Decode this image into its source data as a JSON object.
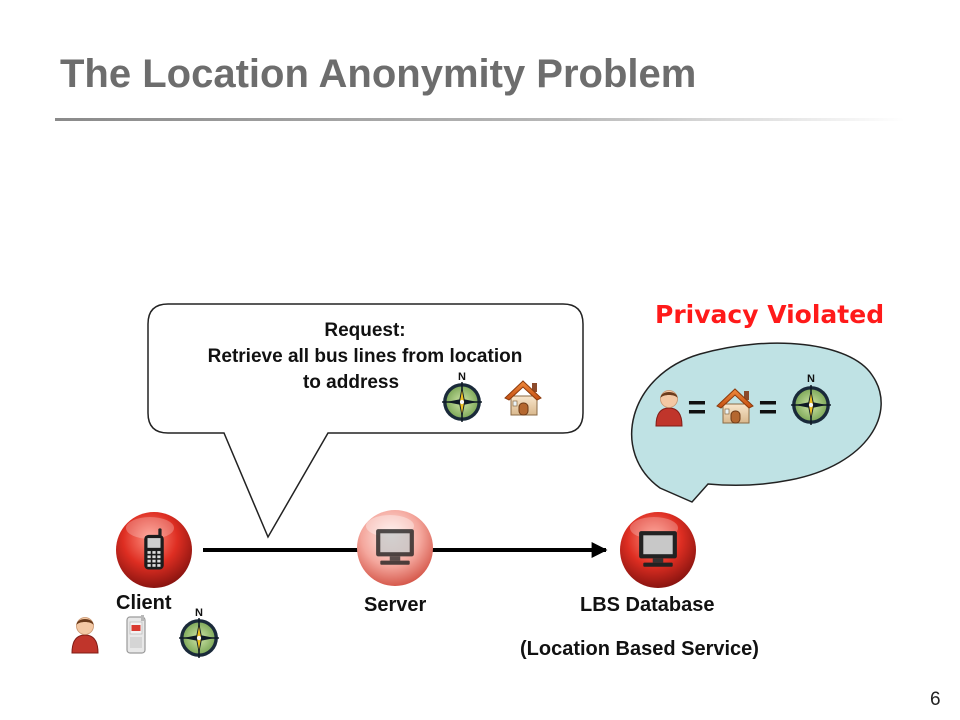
{
  "slide": {
    "title": "The Location Anonymity Problem",
    "page_number": "6"
  },
  "request_bubble": {
    "line1": "Request:",
    "line2": "Retrieve all bus lines from location",
    "line3": "to address"
  },
  "privacy_bubble": {
    "heading": "Privacy Violated",
    "equals_symbol": "="
  },
  "nodes": {
    "client": "Client",
    "server": "Server",
    "database": "LBS Database",
    "database_subtitle": "(Location Based Service)"
  },
  "icons": {
    "compass_north": "N",
    "client_icon": "mobile-phone-icon",
    "server_icon": "monitor-icon",
    "database_icon": "monitor-icon",
    "person_icon": "person-icon",
    "house_icon": "house-icon",
    "compass_icon": "compass-icon"
  },
  "colors": {
    "accent_red": "#ff1a1a",
    "privacy_bubble_fill": "#bfe2e4",
    "node_red": "#d42a1f",
    "title_gray": "#6d6d6d"
  }
}
